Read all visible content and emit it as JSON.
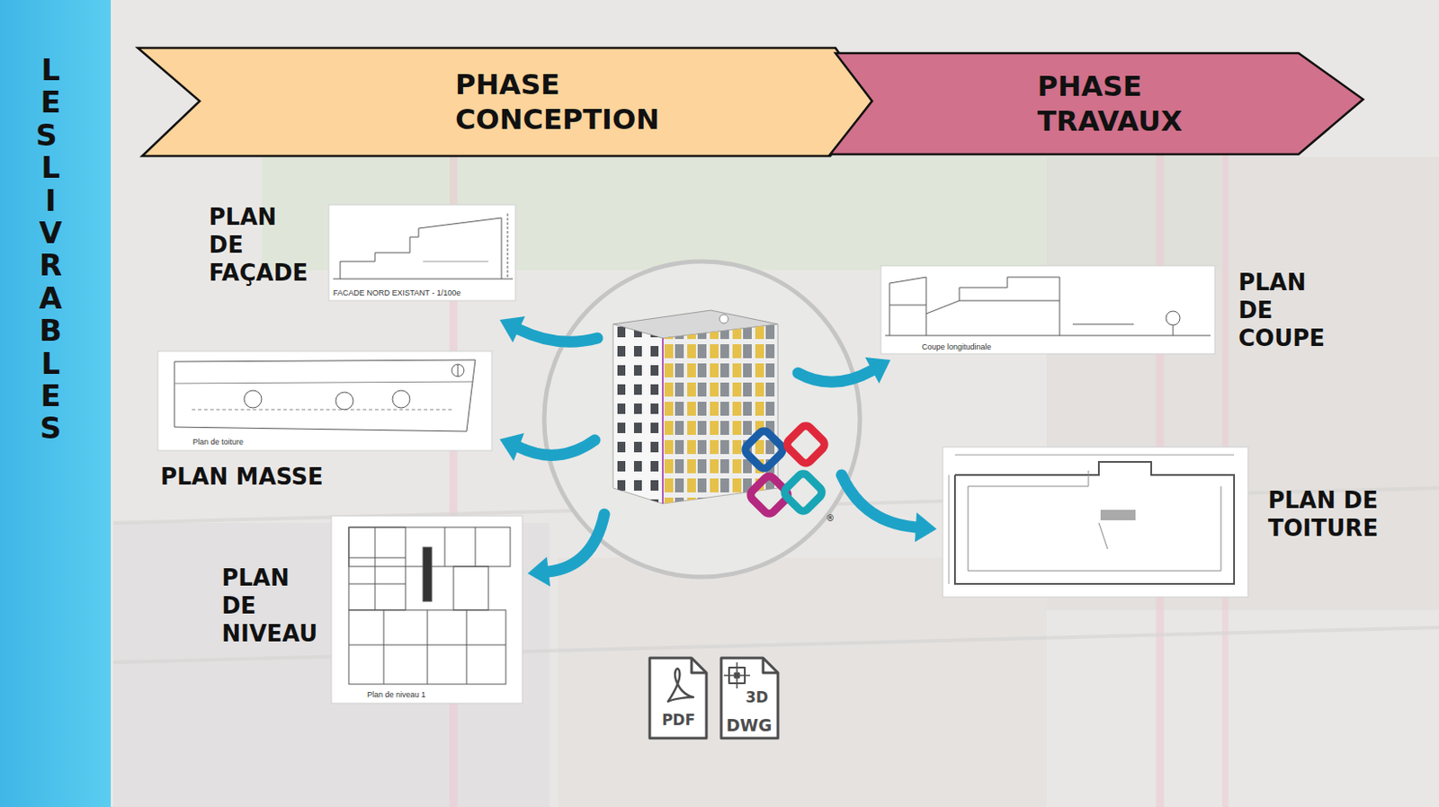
{
  "diagram": {
    "title": "LES LIVRABLES",
    "nodes": [
      {
        "text": [
          "PHASE CONCEPTION"
        ]
      },
      {
        "text": [
          "PHASE TRAVAUX"
        ]
      },
      {
        "text": [
          "PLAN DE FAÇADE",
          "FACADE NORD EXISTANT - 1/100e"
        ]
      },
      {
        "text": [
          "PLAN MASSE",
          "Plan de toiture"
        ]
      },
      {
        "text": [
          "PLAN DE NIVEAU",
          "Plan de niveau 1"
        ]
      },
      {
        "text": [
          "PLAN DE COUPE",
          "Coupe longitudinale"
        ]
      },
      {
        "text": [
          "PLAN DE TOITURE"
        ]
      }
    ],
    "labels": [
      "PDF",
      "3D",
      "DWG",
      "®"
    ]
  }
}
